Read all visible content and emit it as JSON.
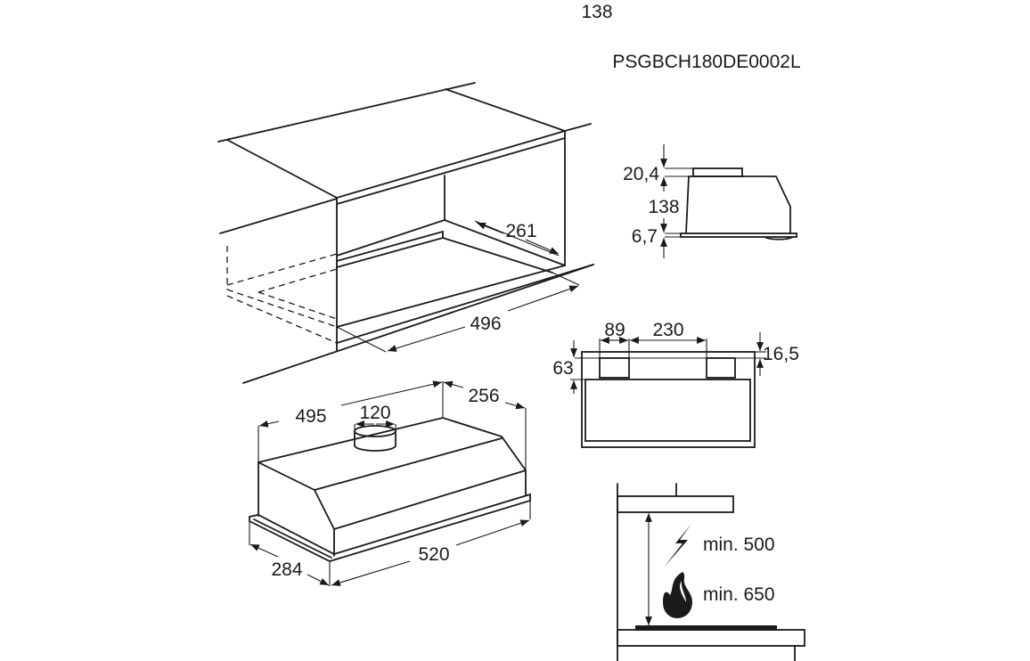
{
  "header": {
    "page_number": "138",
    "document_code": "PSGBCH180DE0002L"
  },
  "cabinet_view": {
    "depth_label": "261",
    "width_label": "496"
  },
  "hood_view": {
    "width_top_label": "495",
    "duct_label": "120",
    "depth_top_label": "256",
    "depth_bottom_label": "284",
    "width_bottom_label": "520"
  },
  "side_view": {
    "duct_height_label": "20,4",
    "body_height_label": "138",
    "plate_label": "6,7"
  },
  "front_view": {
    "offset_label": "89",
    "spacing_label": "230",
    "right_label": "16,5",
    "left_label": "63"
  },
  "clearance_view": {
    "electric_label": "min. 500",
    "gas_label": "min. 650",
    "icons": [
      "lightning-icon",
      "flame-icon"
    ]
  }
}
